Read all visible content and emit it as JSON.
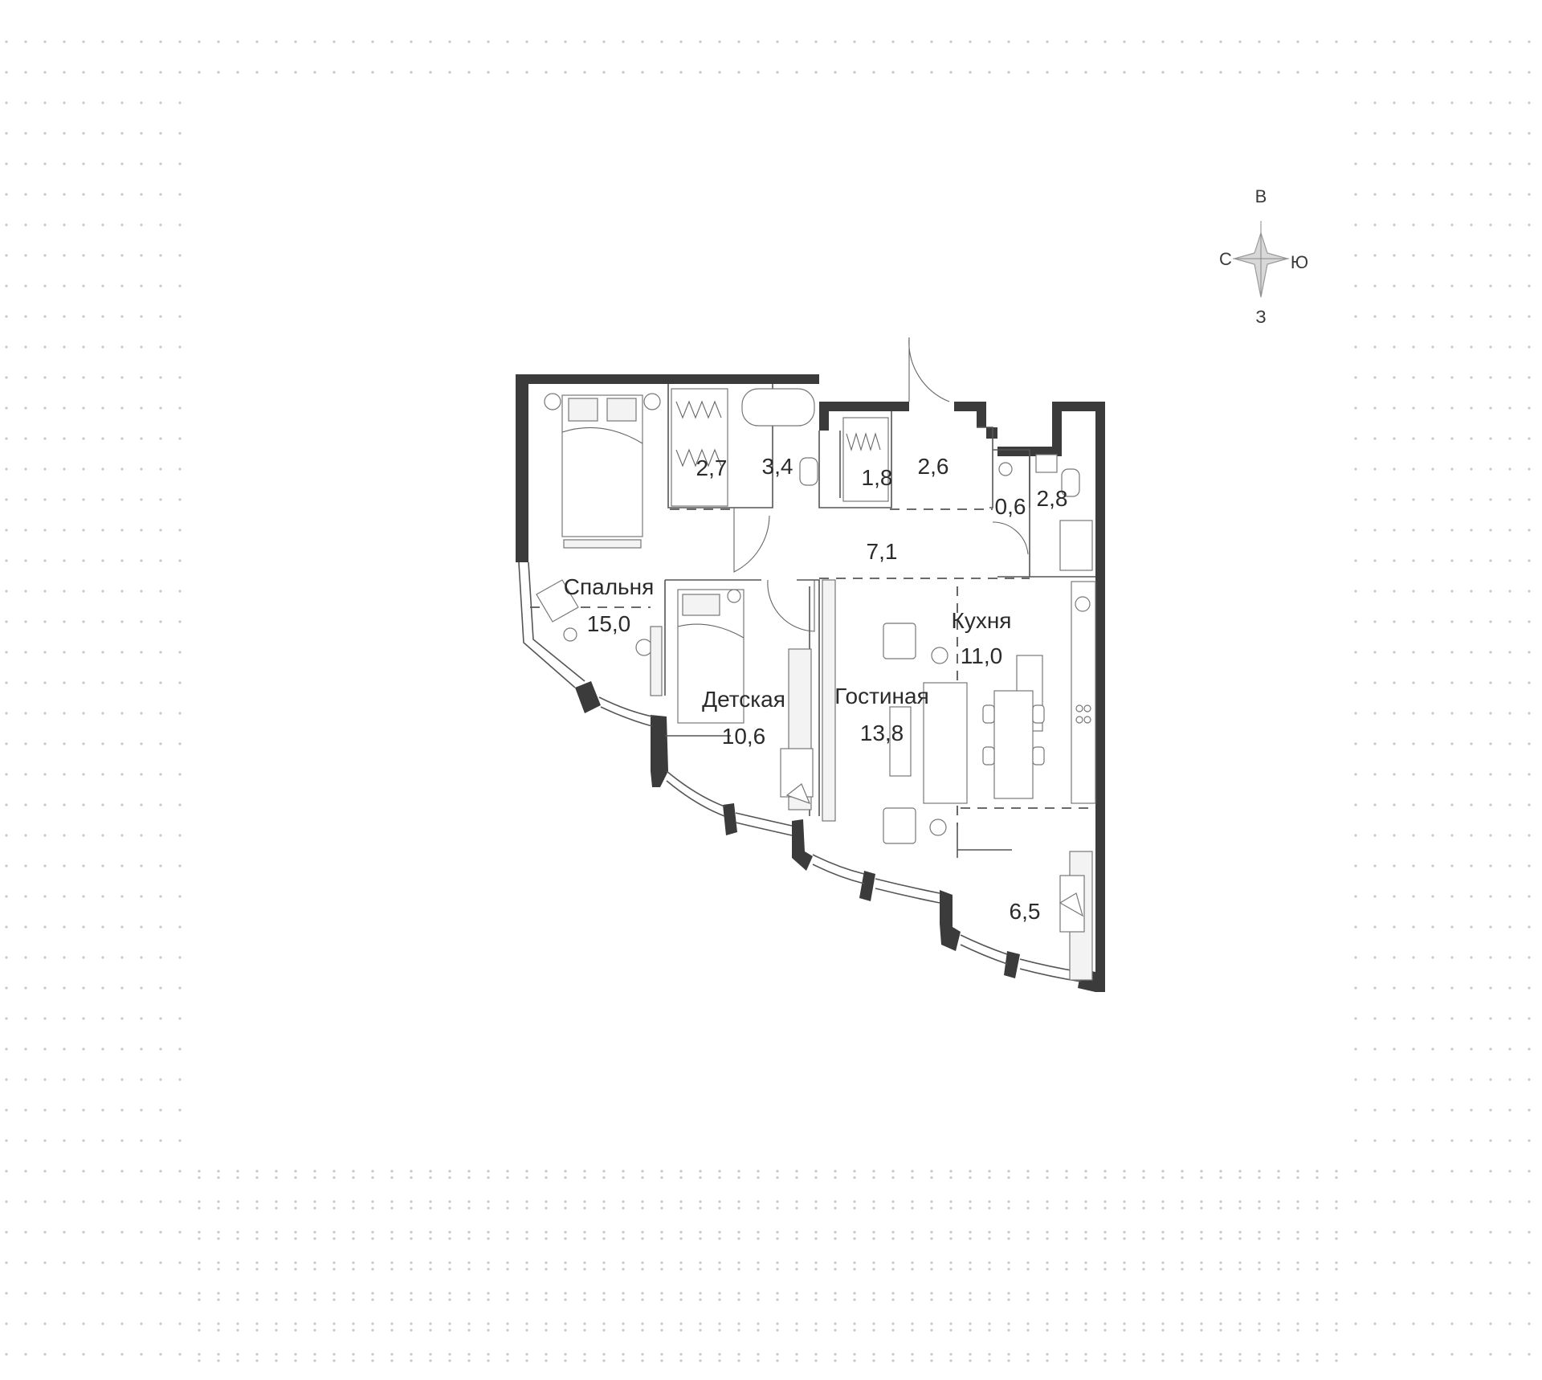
{
  "colors": {
    "wall": "#3b3b3b",
    "grid_dot": "#c9c9c9",
    "text": "#2b2b2b"
  },
  "compass": {
    "north": "В",
    "south": "З",
    "west": "С",
    "east": "Ю"
  },
  "rooms": [
    {
      "id": "bedroom",
      "name": "Спальня",
      "area": "15,0"
    },
    {
      "id": "nursery",
      "name": "Детская",
      "area": "10,6"
    },
    {
      "id": "living",
      "name": "Гостиная",
      "area": "13,8"
    },
    {
      "id": "kitchen",
      "name": "Кухня",
      "area": "11,0"
    },
    {
      "id": "wardrobe1",
      "name": "",
      "area": "2,7"
    },
    {
      "id": "bathroom",
      "name": "",
      "area": "3,4"
    },
    {
      "id": "wardrobe2",
      "name": "",
      "area": "1,8"
    },
    {
      "id": "entry",
      "name": "",
      "area": "2,6"
    },
    {
      "id": "closet",
      "name": "",
      "area": "0,6"
    },
    {
      "id": "shower",
      "name": "",
      "area": "2,8"
    },
    {
      "id": "hall",
      "name": "",
      "area": "7,1"
    },
    {
      "id": "study",
      "name": "",
      "area": "6,5"
    }
  ]
}
